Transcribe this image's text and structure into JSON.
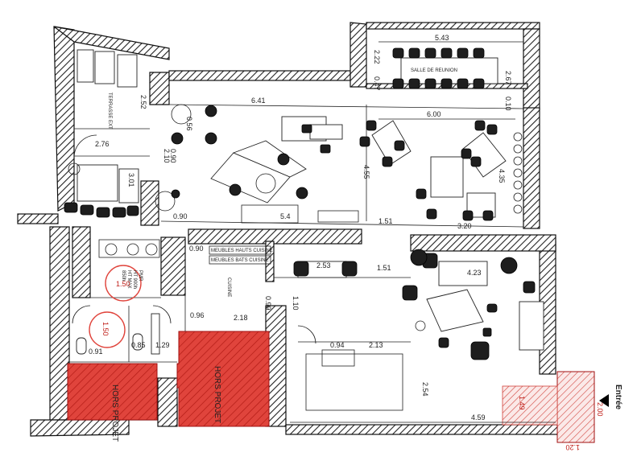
{
  "plan": {
    "rooms": {
      "meeting_room": "SALLE DE REUNION",
      "terrace": "TERRASSE EXT",
      "kitchen": "CUISINE",
      "hors_projet_left": "HORS PROJET",
      "hors_projet_right": "HORS PROJET",
      "entrance": "Entrée"
    },
    "cabinets": {
      "upper": "MEUBLES HAUTS CUISINE",
      "lower": "MEUBLES BATS CUISINE"
    },
    "pmr_note": {
      "line1": "PMR",
      "line2": "HT 900h",
      "line3": "HT MAX",
      "line4": "850h"
    },
    "dimensions": {
      "d543": "5.43",
      "d222": "2.22",
      "d047": "0.47",
      "d267": "2.67",
      "d010": "0.10",
      "d252": "2.52",
      "d641": "6.41",
      "d600": "6.00",
      "d276": "2.76",
      "d090a": "0.90",
      "d210": "2.10",
      "d301": "3.01",
      "d455a": "4.55",
      "d435": "4.35",
      "d090b": "0.90",
      "d54": "5.4",
      "d151a": "1.51",
      "d320": "3.20",
      "d090c": "0.90",
      "d253": "2.53",
      "d151b": "1.51",
      "d423": "4.23",
      "d150a": "1.50",
      "d150b": "1.50",
      "d099": "0.99",
      "d110": "1.10",
      "d096": "0.96",
      "d218": "2.18",
      "d091": "0.91",
      "d085": "0.85",
      "d129": "1.29",
      "d094": "0.94",
      "d213": "2.13",
      "d254": "2.54",
      "d459": "4.59",
      "d056": "0.56",
      "d149": "1.49",
      "d120": "1.20",
      "d200": "2.00"
    }
  }
}
